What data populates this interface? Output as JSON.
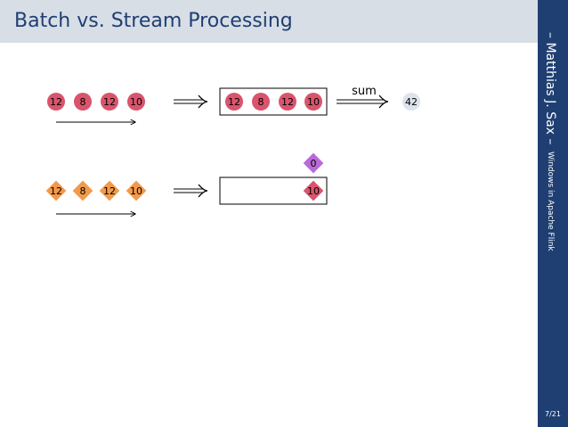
{
  "slide": {
    "title": "Batch vs. Stream Processing",
    "author": "– Matthias J. Sax –",
    "talk": "Windows in Apache Flink",
    "page": "7",
    "total": "21",
    "page_sep": "/"
  },
  "diagram": {
    "colors": {
      "batch_item": "#d9546c",
      "stream_item": "#f2994a",
      "state": "#b96ad8",
      "result_fill": "#dde3ec",
      "arrow": "#000000"
    },
    "batch": {
      "input": [
        "12",
        "8",
        "12",
        "10"
      ],
      "buffered": [
        "12",
        "8",
        "12",
        "10"
      ],
      "operation": "sum",
      "result": "42"
    },
    "stream": {
      "input": [
        "12",
        "8",
        "12",
        "10"
      ],
      "current": "10",
      "state": "0"
    }
  }
}
